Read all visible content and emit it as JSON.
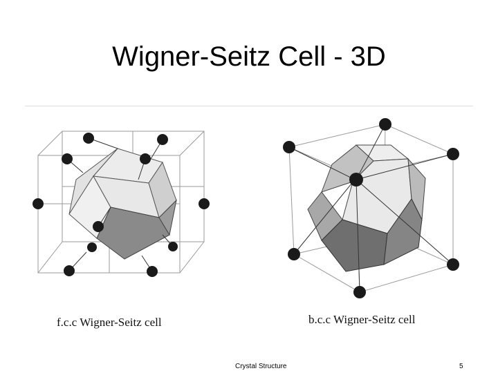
{
  "slide": {
    "title": "Wigner-Seitz Cell - 3D",
    "footer": "Crystal Structure",
    "page_number": "5"
  },
  "figures": {
    "fcc_caption": "f.c.c Wigner-Seitz cell",
    "bcc_caption": "b.c.c Wigner-Seitz cell"
  },
  "colors": {
    "atom": "#1a1a1a",
    "frame": "#999999",
    "face_light": "#e6e6e6",
    "face_mid": "#b5b5b5",
    "face_dark": "#7a7a7a"
  }
}
